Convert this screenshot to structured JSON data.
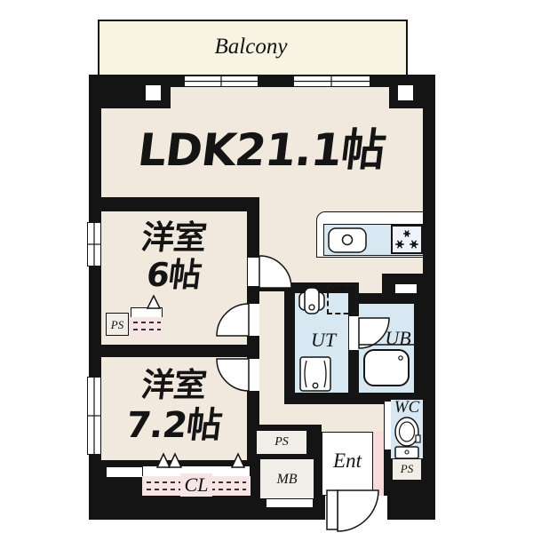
{
  "colors": {
    "wall": "#141414",
    "room_floor": "#f2e9de",
    "balcony_floor": "#f7f4e1",
    "wet_area": "#d8e8f3",
    "closet_pink": "#f7e4e4",
    "entry_pink": "#f8dcdc",
    "service_box": "#f1ede7"
  },
  "balcony": {
    "label": "Balcony"
  },
  "rooms": {
    "ldk": {
      "label": "LDK21.1帖"
    },
    "jp_room_6": {
      "line1": "洋室",
      "line2": "6帖"
    },
    "jp_room_72": {
      "line1": "洋室",
      "line2": "7.2帖"
    },
    "ut": {
      "label": "UT"
    },
    "ub": {
      "label": "UB"
    },
    "wc": {
      "label": "WC"
    },
    "entrance": {
      "label": "Ent"
    }
  },
  "storage": {
    "cl": {
      "label": "CL"
    }
  },
  "service": {
    "ps_west": "PS",
    "ps_hall": "PS",
    "ps_wc": "PS",
    "mb": "MB"
  }
}
